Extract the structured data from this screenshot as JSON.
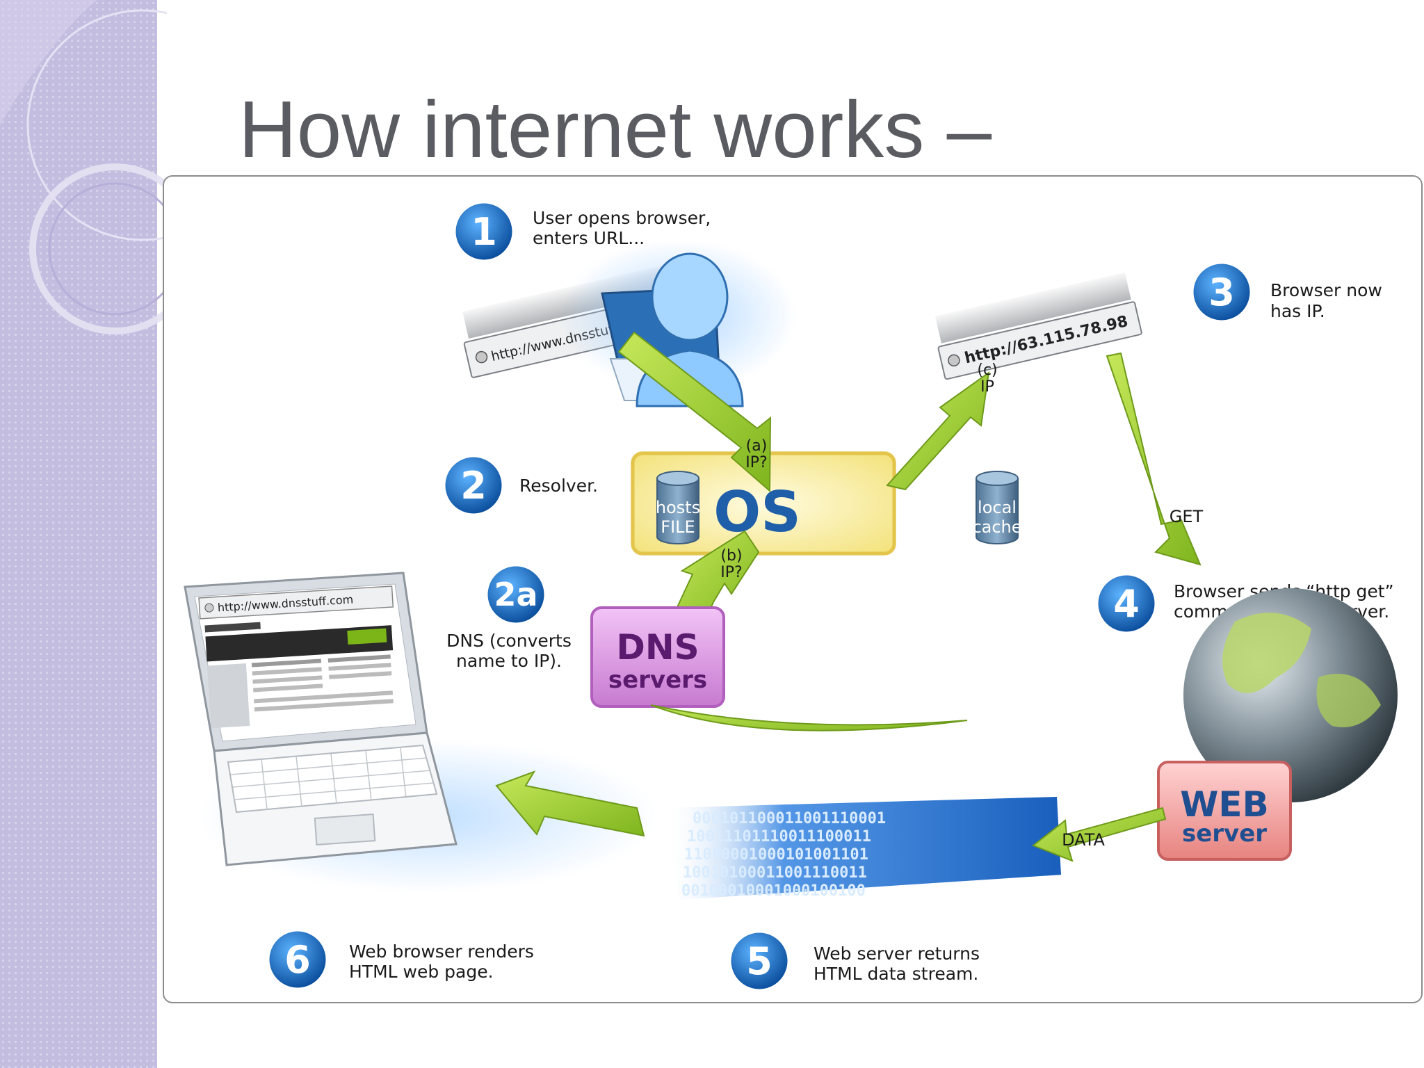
{
  "slide": {
    "title": "How internet works –"
  },
  "steps": {
    "s1": {
      "number": "1",
      "line1": "User opens browser,",
      "line2": "enters URL..."
    },
    "s2": {
      "number": "2",
      "line1": "Resolver."
    },
    "s2a": {
      "number": "2a",
      "line1": "DNS (converts",
      "line2": "name to IP)."
    },
    "s3": {
      "number": "3",
      "line1": "Browser now",
      "line2": "has IP."
    },
    "s4": {
      "number": "4",
      "line1": "Browser sends “http get”",
      "line2": "command to web server."
    },
    "s5": {
      "number": "5",
      "line1": "Web server returns",
      "line2": "HTML data stream."
    },
    "s6": {
      "number": "6",
      "line1": "Web browser renders",
      "line2": "HTML web page."
    }
  },
  "boxes": {
    "os": "OS",
    "hosts_line1": "hosts",
    "hosts_line2": "FILE",
    "cache_line1": "local",
    "cache_line2": "cache",
    "dns_line1": "DNS",
    "dns_line2": "servers",
    "web_line1": "WEB",
    "web_line2": "server"
  },
  "arrows": {
    "a_line1": "(a)",
    "a_line2": "IP?",
    "b_line1": "(b)",
    "b_line2": "IP?",
    "c_line1": "(c)",
    "c_line2": "IP",
    "get": "GET",
    "data": "DATA"
  },
  "urls": {
    "request": "http://www.dnsstuff.com",
    "resolved": "http://63.115.78.98",
    "laptop": "http://www.dnsstuff.com"
  },
  "binary": [
    "000101100011001110001",
    "10011101110011100011",
    "11000001000101001101",
    "10010100011001110011",
    "00100010001000100100"
  ],
  "colors": {
    "step_blue": "#1a6fc4",
    "arrow_green": "#9ccc2c",
    "os_yellow": "#f8ee9a",
    "dns_purple": "#d98fe0",
    "web_red": "#f2a0a0"
  }
}
